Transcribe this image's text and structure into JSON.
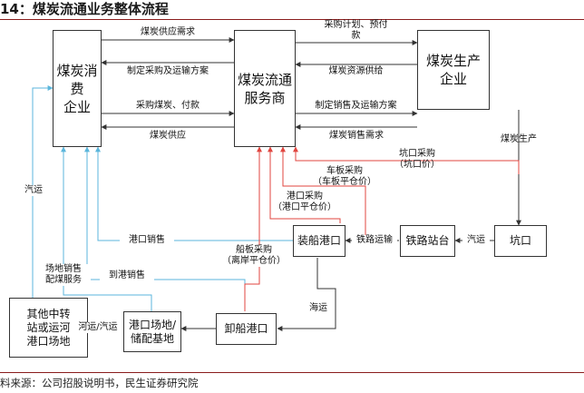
{
  "title": "14：煤炭流通业务整体流程",
  "source": "料来源：公司招股说明书，民生证券研究院",
  "colors": {
    "black": "#333333",
    "blue": "#5bb6dc",
    "red": "#e0453f"
  },
  "boxes": {
    "consumer": "煤炭消费\n企业",
    "dealer": "煤炭流通\n服务商",
    "producer": "煤炭生产\n企业",
    "loading_port": "装船港口",
    "rail_station": "铁路站台",
    "pit": "坑口",
    "unloading_port": "卸船港口",
    "port_yard": "港口场地/\n储配基地",
    "other_transit": "其他中转\n站或运河\n港口场地"
  },
  "labels": {
    "supply_demand": "煤炭供应需求",
    "purchase_plan": "制定采购及运输方案",
    "buy_pay": "采购煤炭、付款",
    "supply": "煤炭供应",
    "procure_plan_prepay": "采购计划、预付\n款",
    "resource_supply": "煤炭资源供给",
    "sales_plan": "制定销售及运输方案",
    "sales_demand": "煤炭销售需求",
    "production": "煤炭生产",
    "pit_purchase": "坑口采购\n（坑口价）",
    "wagon_purchase": "车板采购\n（车板平仓价）",
    "port_purchase": "港口采购\n（港口平仓价）",
    "ship_purchase": "船板采购\n（离岸平仓价）",
    "port_sales": "港口销售",
    "rail_transport": "铁路运输",
    "truck_transport": "汽运",
    "truck_left": "汽运",
    "sea_transport": "海运",
    "to_port_sales": "到港销售",
    "yard_sales": "场地销售\n配煤服务",
    "river_truck": "河运/汽运"
  }
}
